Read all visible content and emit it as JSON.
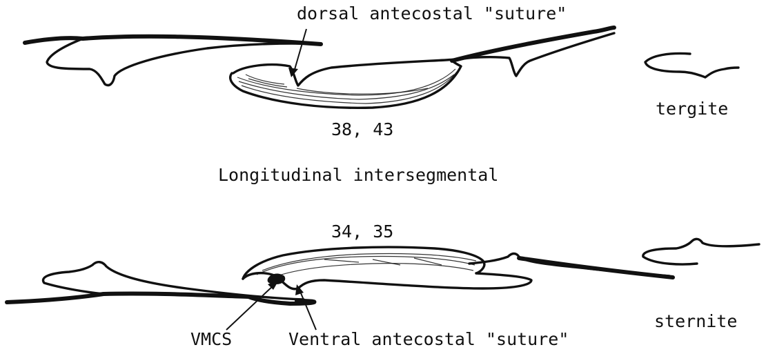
{
  "labels": {
    "dorsal_suture": "dorsal antecostal \"suture\"",
    "tergite": "tergite",
    "dorsal_muscles": "38, 43",
    "section_title": "Longitudinal intersegmental",
    "ventral_muscles": "34, 35",
    "sternite": "sternite",
    "vmcs": "VMCS",
    "ventral_suture": "Ventral antecostal \"suture\""
  },
  "colors": {
    "ink": "#111111",
    "paper": "#ffffff"
  }
}
